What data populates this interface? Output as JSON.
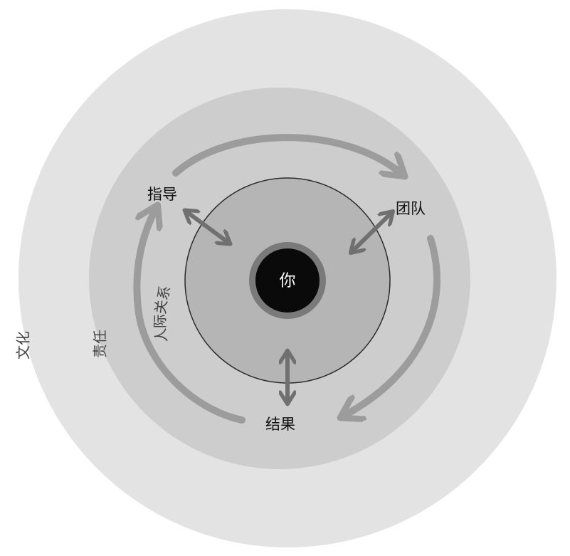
{
  "diagram": {
    "center_label": "你",
    "layers": {
      "outer": "文化",
      "middle": "责任",
      "inner": "人际关系"
    },
    "nodes": {
      "guidance": "指导",
      "team": "团队",
      "results": "结果"
    },
    "colors": {
      "outer_ring": "#e3e3e3",
      "middle_ring": "#cdcdcd",
      "inner_disc": "#b5b5b5",
      "inner_border": "#2a2a2a",
      "core": "#0a0a0a",
      "core_ring": "#7a7a7a",
      "cycle_arrows": "#9c9c9c",
      "double_arrows": "#707070"
    }
  }
}
